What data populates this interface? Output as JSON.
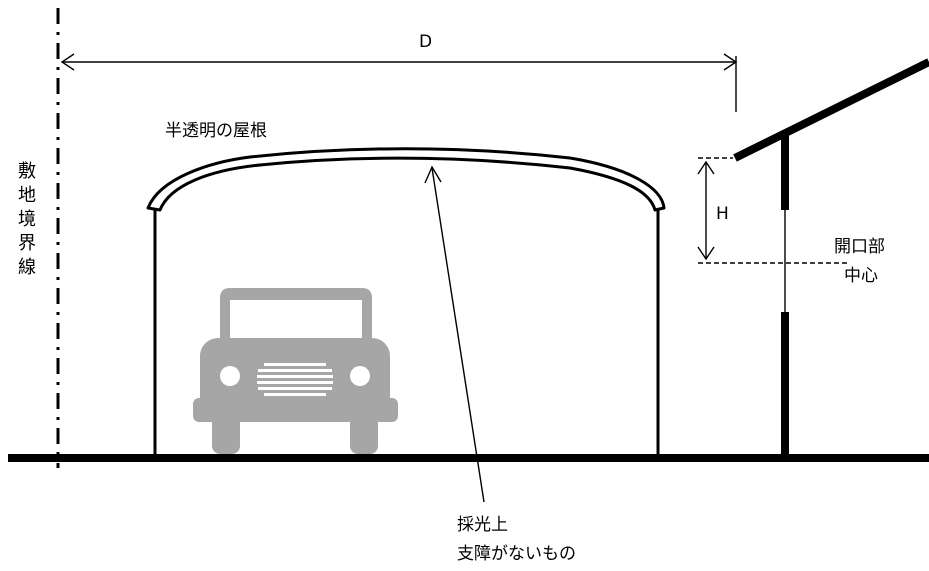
{
  "labels": {
    "distance": "D",
    "height": "H",
    "roof": "半透明の屋根",
    "boundary_chars": [
      "敷",
      "地",
      "境",
      "界",
      "線"
    ],
    "opening_line1": "開口部",
    "opening_line2": "中心",
    "note_line1": "採光上",
    "note_line2": "支障がないもの"
  },
  "colors": {
    "line": "#000000",
    "car": "#a6a6a6",
    "car_detail": "#ffffff"
  }
}
